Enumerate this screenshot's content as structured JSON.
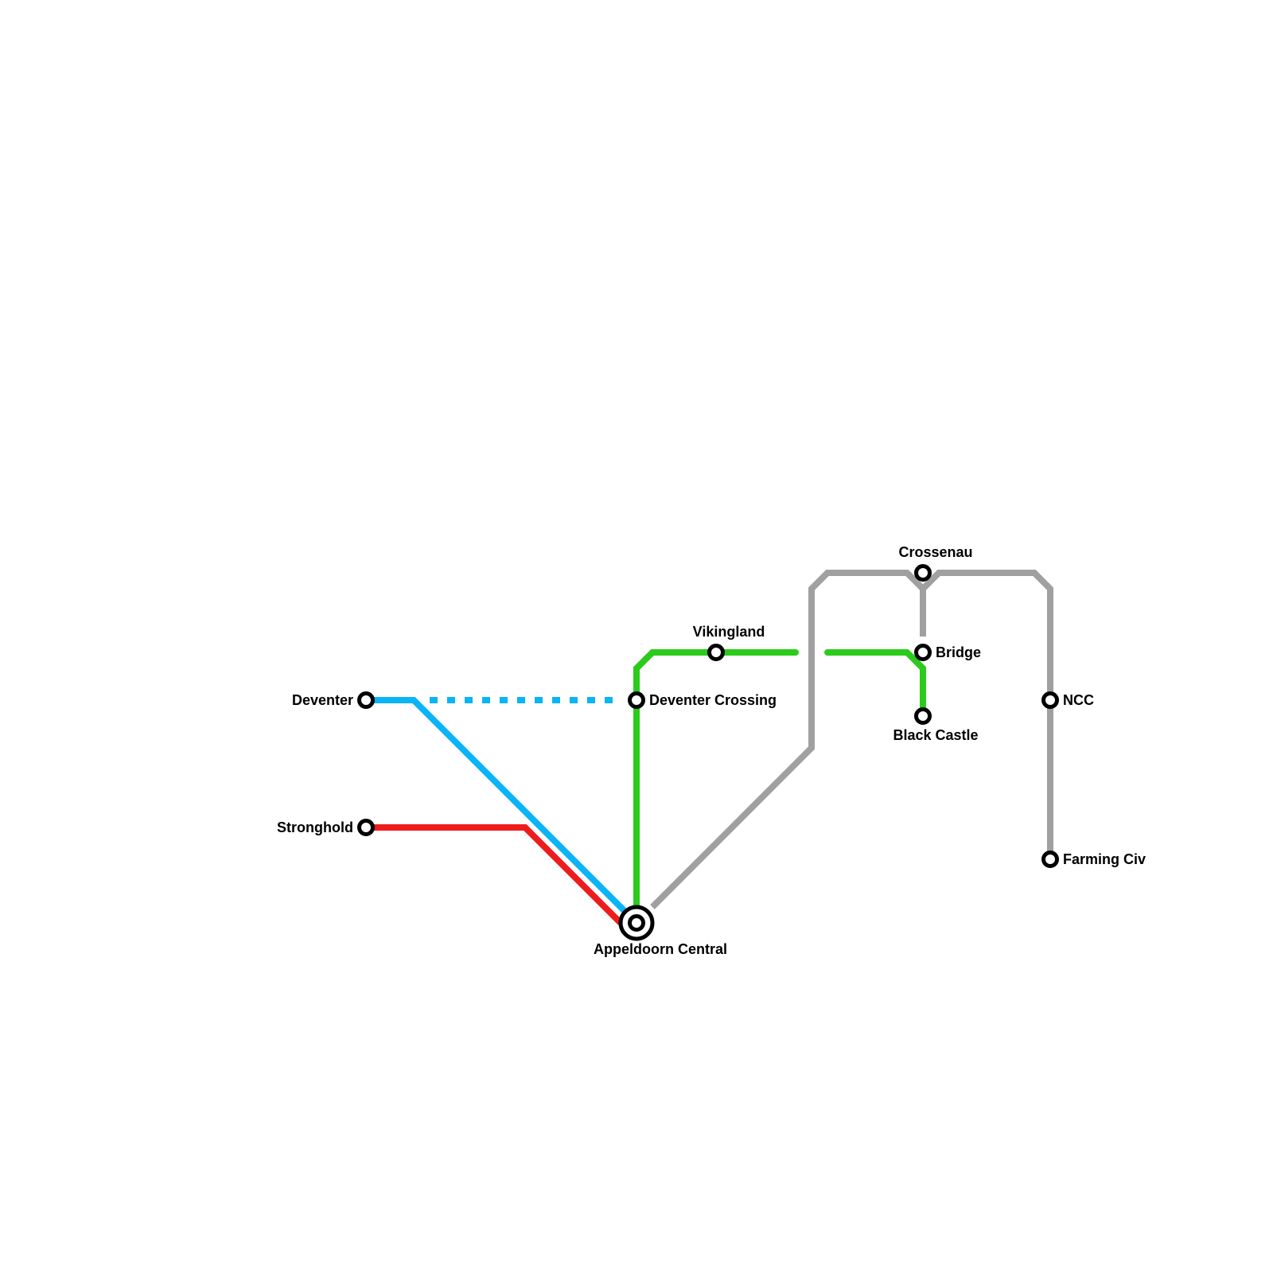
{
  "lines": {
    "blue": {
      "color": "#0BB4F5"
    },
    "red": {
      "color": "#EE1C1C"
    },
    "green": {
      "color": "#2BCB1C"
    },
    "grey": {
      "color": "#A0A0A0"
    }
  },
  "stations": {
    "deventer": "Deventer",
    "stronghold": "Stronghold",
    "appeldoorn_central": "Appeldoorn Central",
    "deventer_crossing": "Deventer Crossing",
    "vikingland": "Vikingland",
    "crossenau": "Crossenau",
    "bridge": "Bridge",
    "black_castle": "Black Castle",
    "ncc": "NCC",
    "farming_civ": "Farming Civ"
  }
}
